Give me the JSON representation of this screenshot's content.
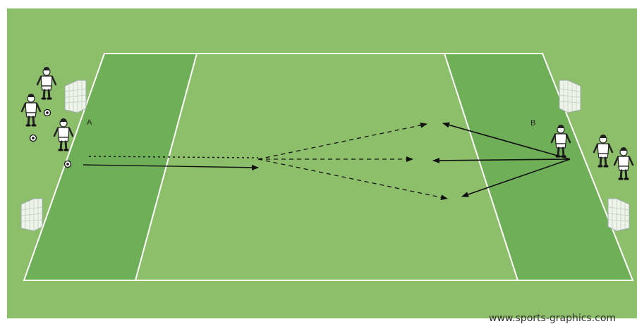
{
  "labels": {
    "left_group": "A",
    "right_group": "B"
  },
  "watermark": "www.sports-graphics.com",
  "colors": {
    "grass": "#8dbe6a",
    "zone": "#6faf57",
    "lines": "#ffffff",
    "arrows": "#111111"
  },
  "icons": {
    "player": "player-icon",
    "ball": "ball-icon",
    "goal": "goal-icon"
  }
}
